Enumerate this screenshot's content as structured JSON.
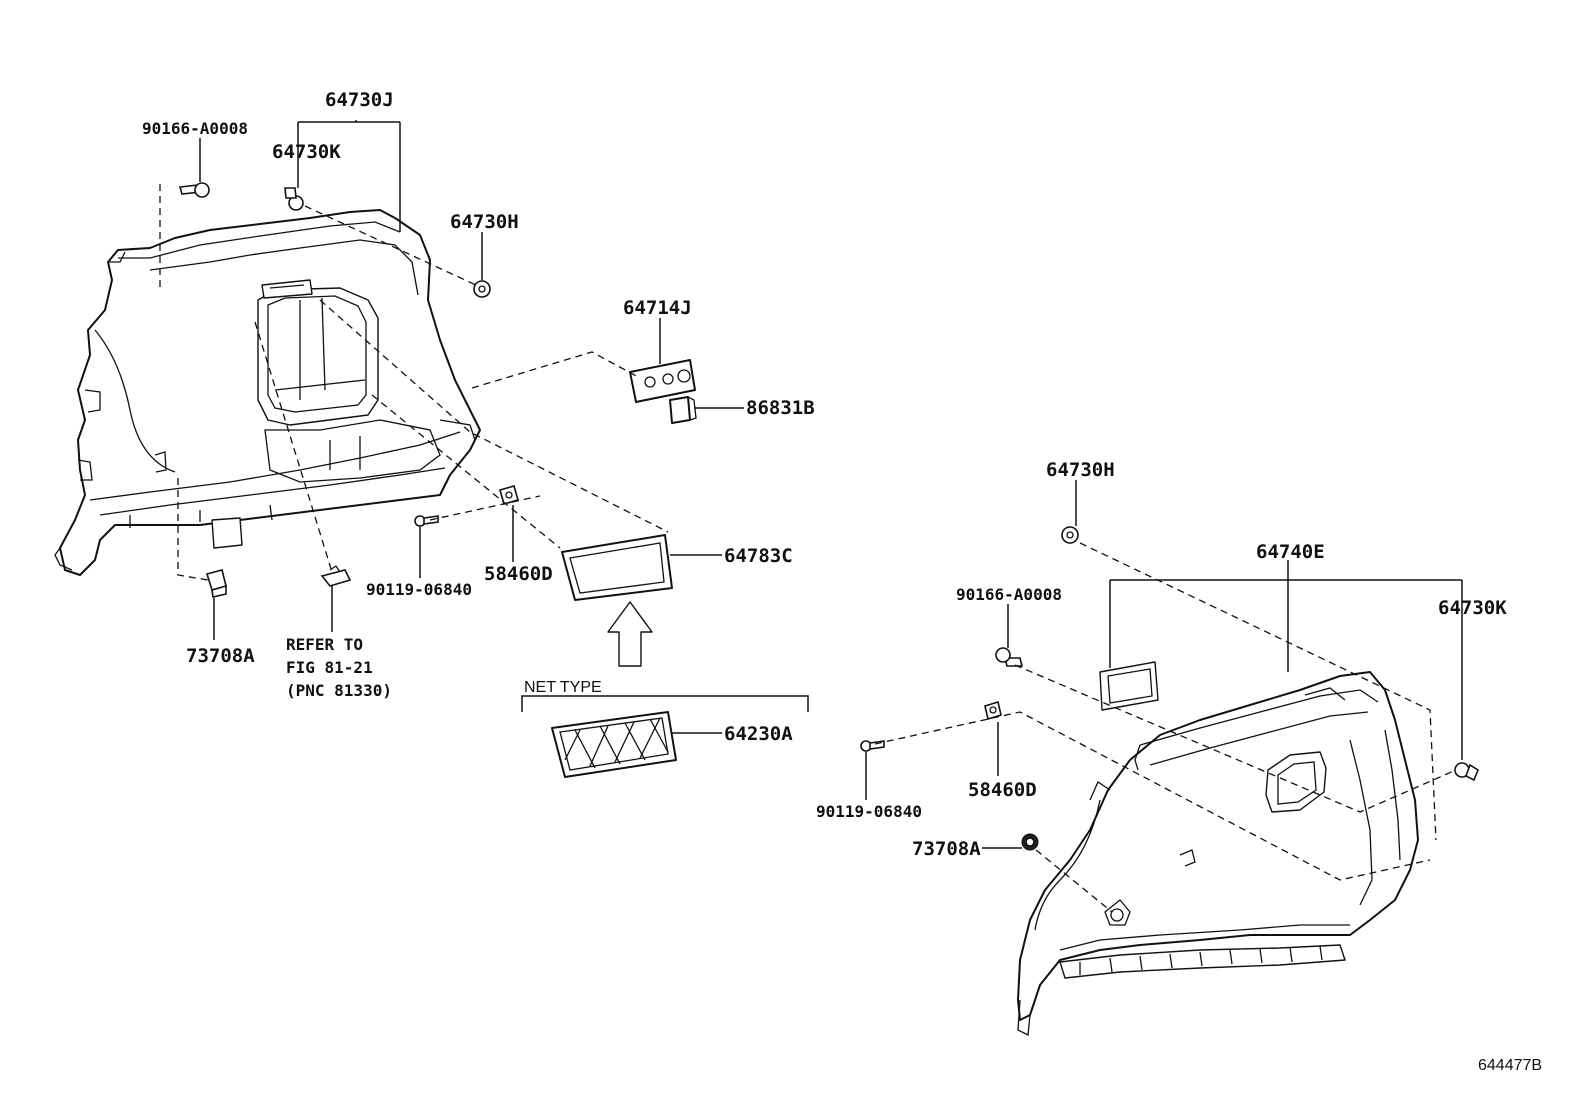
{
  "labels": {
    "p64730J_left": "64730J",
    "p90166_left": "90166-A0008",
    "p64730K_left": "64730K",
    "p64730H_left": "64730H",
    "p64714J": "64714J",
    "p86831B": "86831B",
    "p64783C": "64783C",
    "p58460D_left": "58460D",
    "p90119_left": "90119-06840",
    "p73708A_left": "73708A",
    "refer_line1": "REFER TO",
    "refer_line2": "FIG 81-21",
    "refer_line3": "(PNC 81330)",
    "net_type": "NET TYPE",
    "p64230A": "64230A",
    "p64730H_right": "64730H",
    "p64740E": "64740E",
    "p90166_right": "90166-A0008",
    "p64730K_right": "64730K",
    "p58460D_right": "58460D",
    "p90119_right": "90119-06840",
    "p73708A_right": "73708A",
    "illustration_id": "644477B"
  }
}
